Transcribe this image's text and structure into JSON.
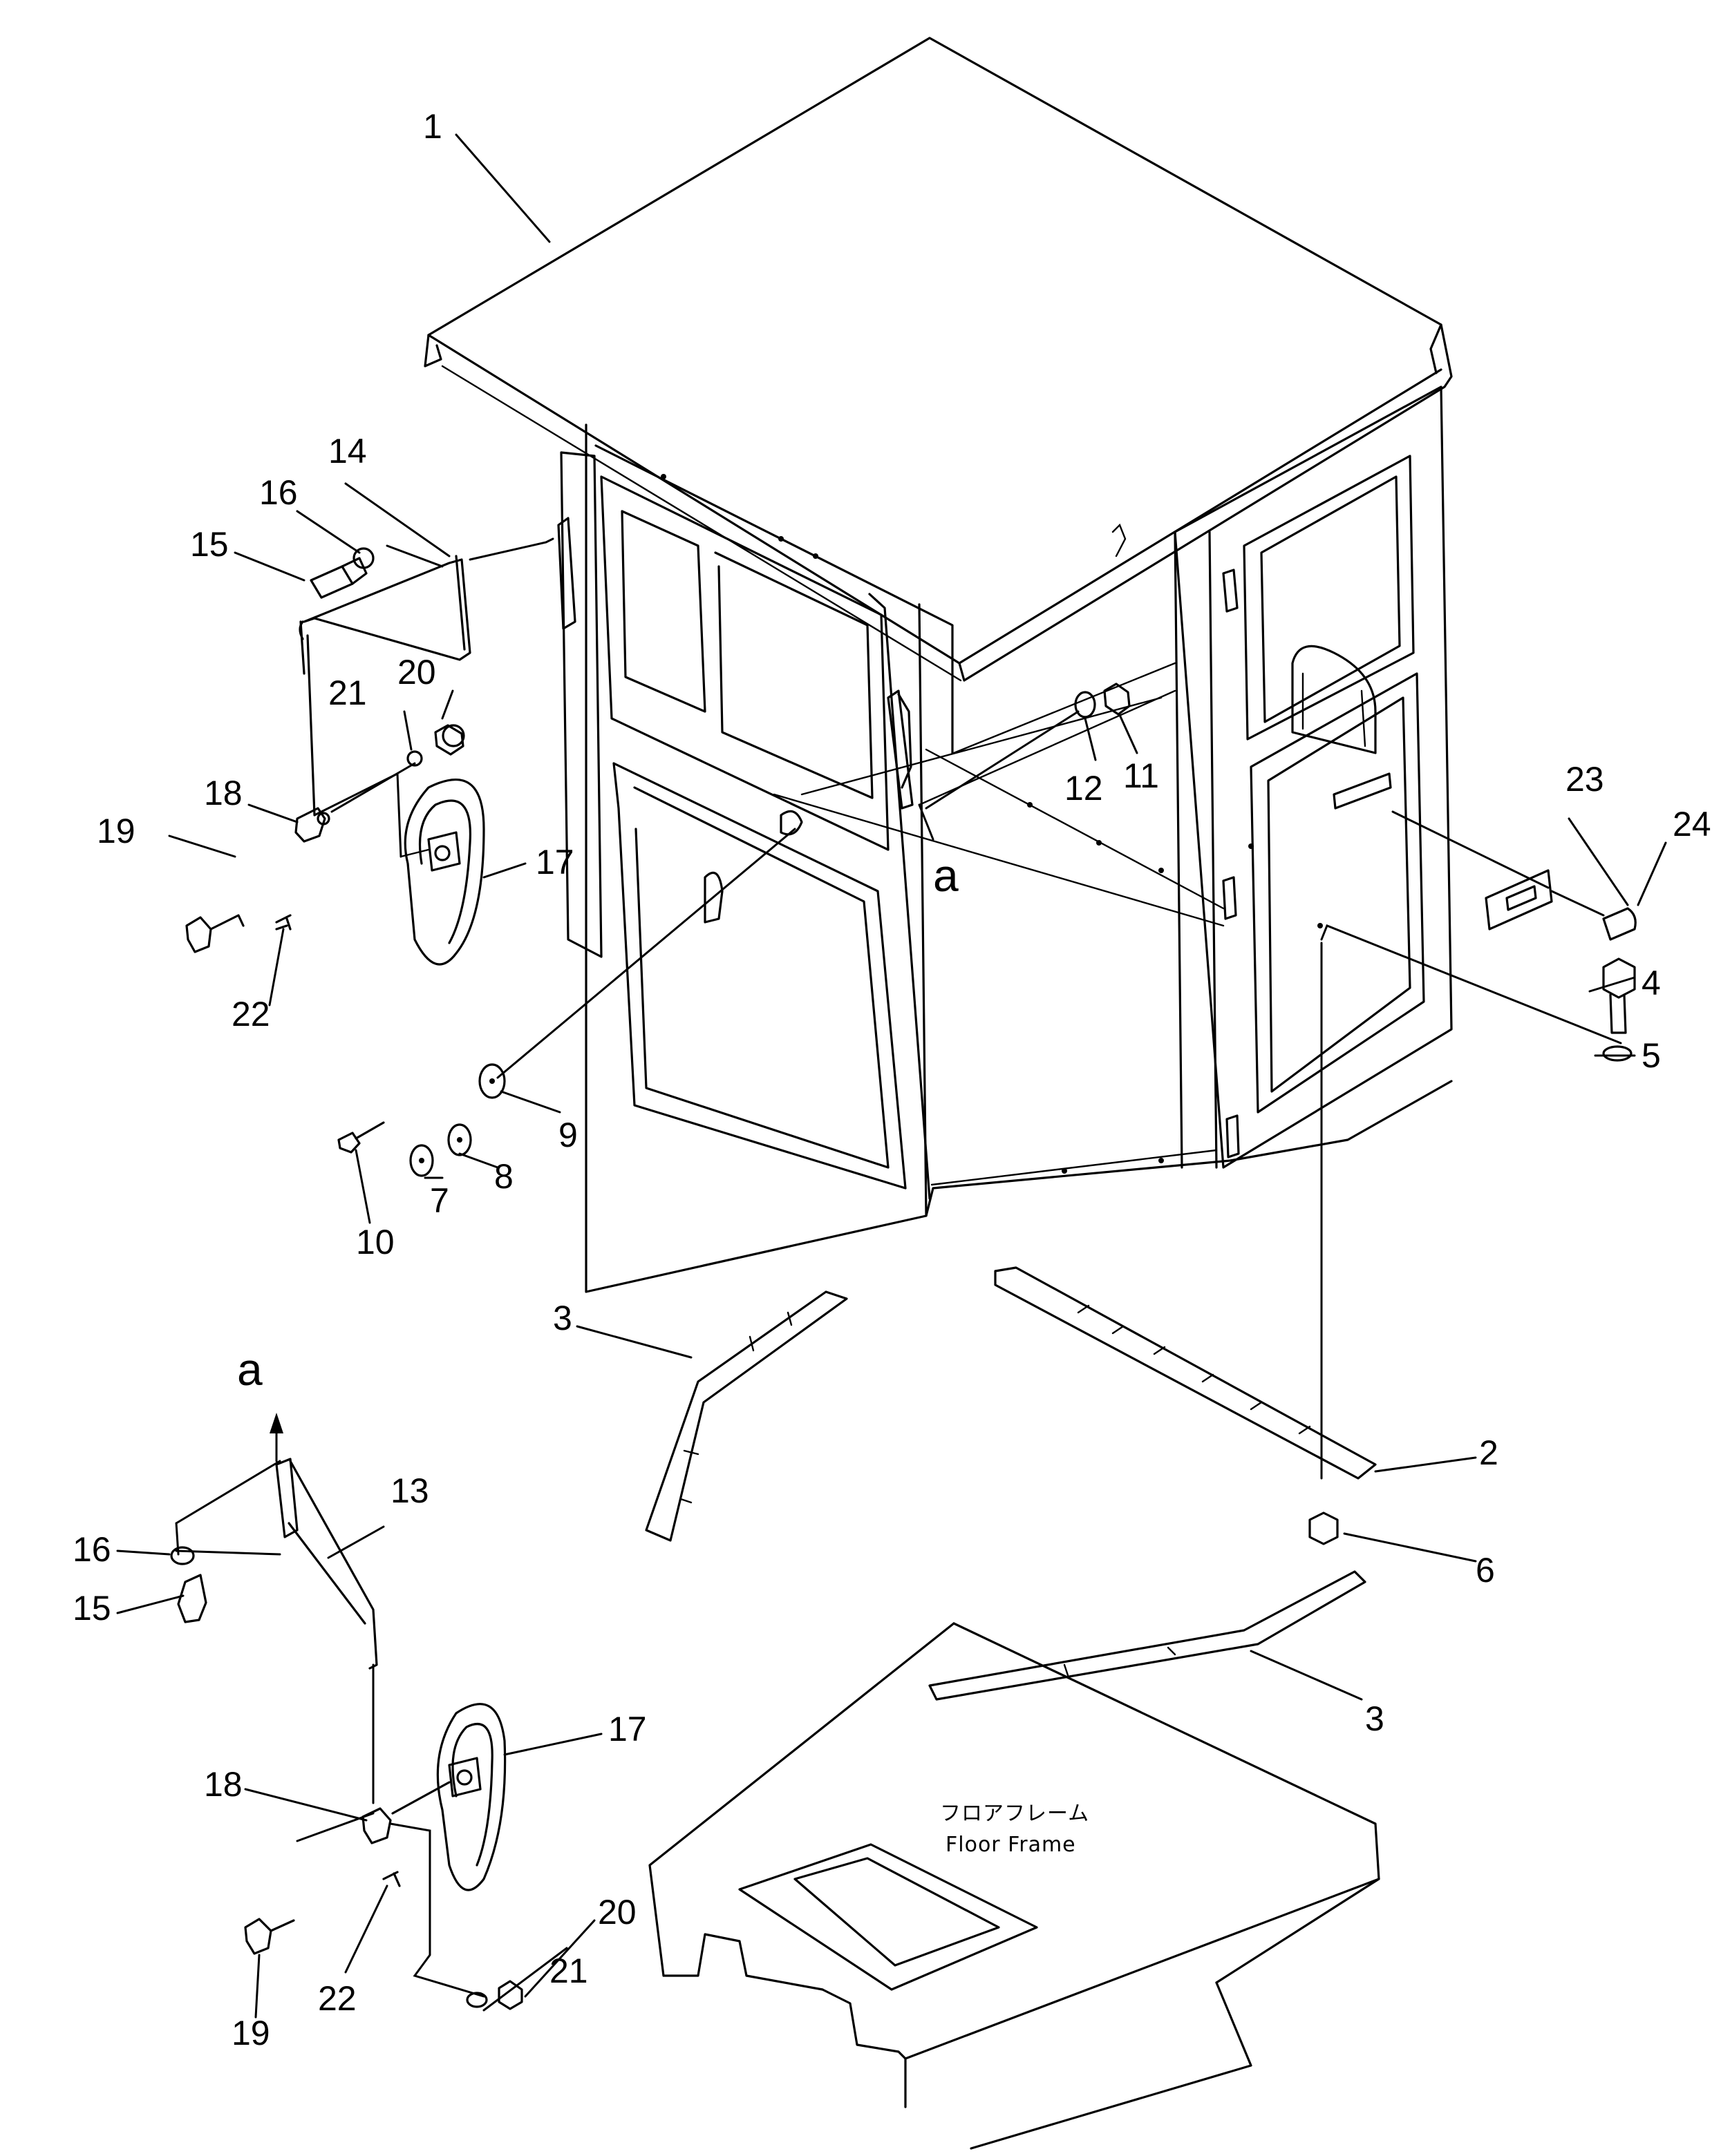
{
  "callouts": {
    "c1": "1",
    "c2": "2",
    "c3a": "3",
    "c3b": "3",
    "c4": "4",
    "c5": "5",
    "c6": "6",
    "c7": "7",
    "c8": "8",
    "c9": "9",
    "c10": "10",
    "c11": "11",
    "c12": "12",
    "c13": "13",
    "c14": "14",
    "c15a": "15",
    "c15b": "15",
    "c16a": "16",
    "c16b": "16",
    "c17a": "17",
    "c17b": "17",
    "c18a": "18",
    "c18b": "18",
    "c19a": "19",
    "c19b": "19",
    "c20a": "20",
    "c20b": "20",
    "c21a": "21",
    "c21b": "21",
    "c22a": "22",
    "c22b": "22",
    "c23": "23",
    "c24": "24"
  },
  "reference_marks": {
    "a_cab": "a",
    "a_mirror": "a"
  },
  "floor_frame": {
    "label_jp": "フロアフレーム",
    "label_en": "Floor Frame"
  }
}
